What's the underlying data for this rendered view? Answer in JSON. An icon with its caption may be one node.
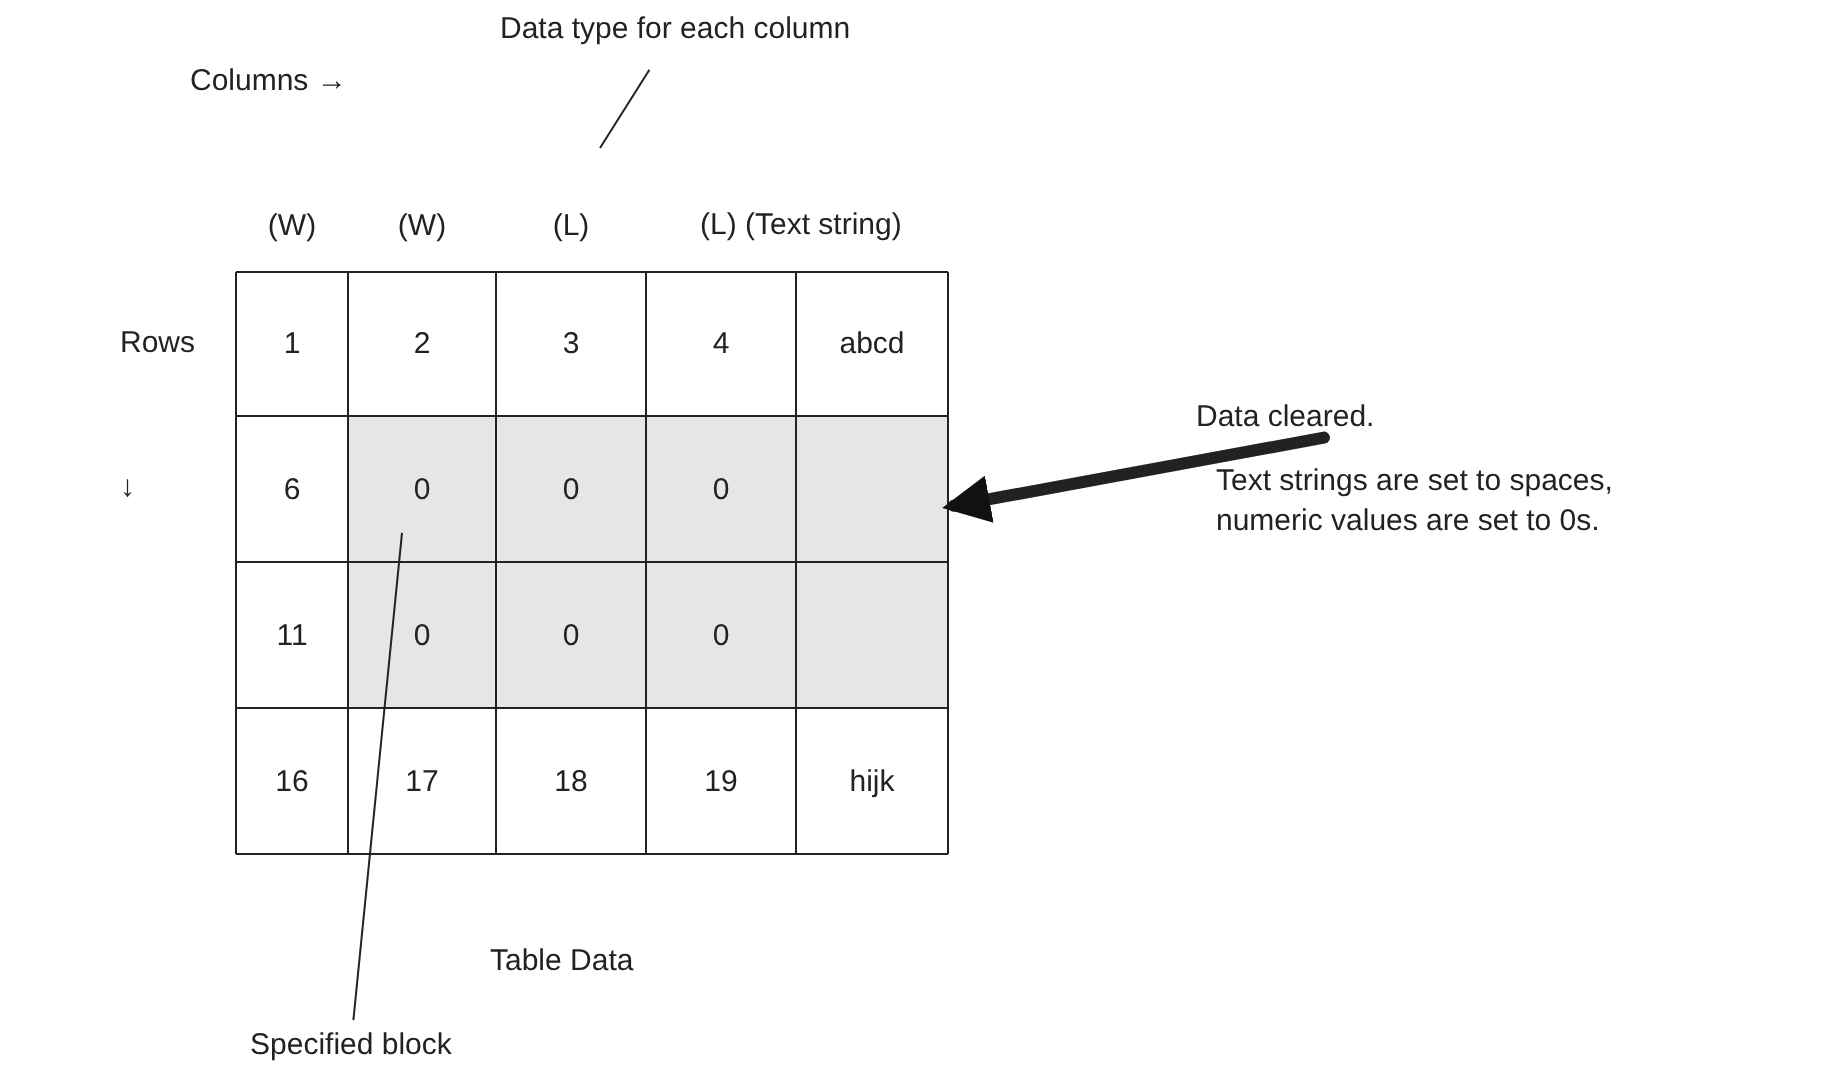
{
  "diagram": {
    "nodes": [
      {
        "text": [
          "Data type for each column"
        ]
      },
      {
        "text": [
          "Specified block"
        ]
      },
      {
        "text": [
          "Data cleared."
        ],
        "beside": [
          "Text strings are set to spaces, numeric values are set to 0s."
        ]
      },
      {
        "text": [],
        "shape": "box"
      }
    ],
    "edges": [
      {
        "from": 0,
        "to": null,
        "arrow": "none"
      },
      {
        "from": 1,
        "to": 3,
        "arrow": "none"
      },
      {
        "from": 2,
        "to": 3,
        "arrow": "to",
        "style": "thick"
      }
    ],
    "labels": [
      "Columns →",
      "Rows",
      "↓",
      "(W)",
      "(W)",
      "(L)",
      "(L) (Text string)",
      "1",
      "2",
      "3",
      "4",
      "abcd",
      "6",
      "0",
      "0",
      "0",
      "11",
      "0",
      "0",
      "0",
      "16",
      "17",
      "18",
      "19",
      "hijk",
      "Table Data"
    ]
  }
}
